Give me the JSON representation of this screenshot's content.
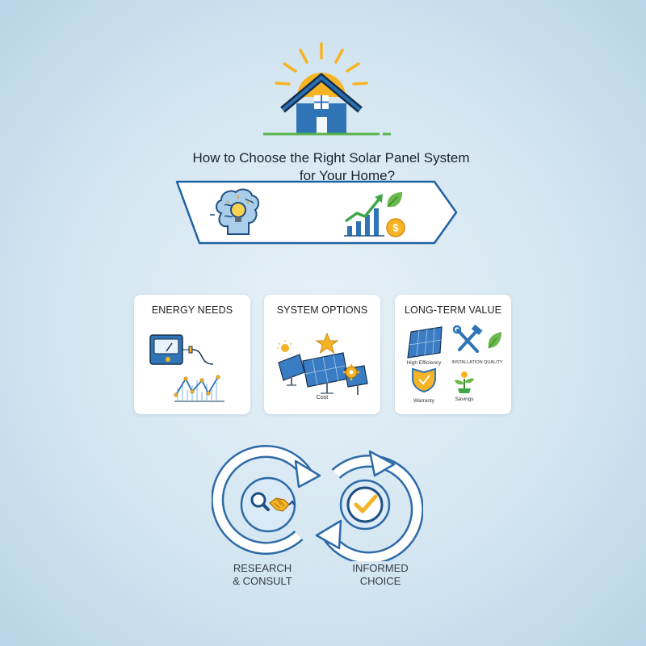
{
  "header": {
    "title_line1": "How to Choose the Right Solar Panel System",
    "title_line2": "for Your Home?"
  },
  "cards": [
    {
      "title": "ENERGY NEEDS"
    },
    {
      "title": "SYSTEM OPTIONS",
      "caption": "Cost"
    },
    {
      "title": "LONG-TERM VALUE",
      "labels": [
        "High Efficiency",
        "INSTALLATION QUALITY",
        "Warranty",
        "Savings"
      ]
    }
  ],
  "cycle": {
    "left_line1": "RESEARCH",
    "left_line2": "& CONSULT",
    "right_line1": "INFORMED",
    "right_line2": "CHOICE"
  },
  "colors": {
    "sun": "#f6b425",
    "house": "#2f74b5",
    "accent_blue": "#1f62a3",
    "grass": "#58b44a",
    "background": "#d4e6f1"
  },
  "icons": [
    "sun-icon",
    "house-icon",
    "brain-bulb-icon",
    "growth-chart-icon",
    "dollar-coin-icon",
    "leaf-icon",
    "energy-meter-icon",
    "line-graph-icon",
    "solar-panel-icon",
    "star-icon",
    "gear-icon",
    "wrench-hammer-icon",
    "shield-check-icon",
    "sprout-coin-icon",
    "magnifier-icon",
    "handshake-icon",
    "checkmark-icon",
    "cycle-arrow-icon"
  ]
}
